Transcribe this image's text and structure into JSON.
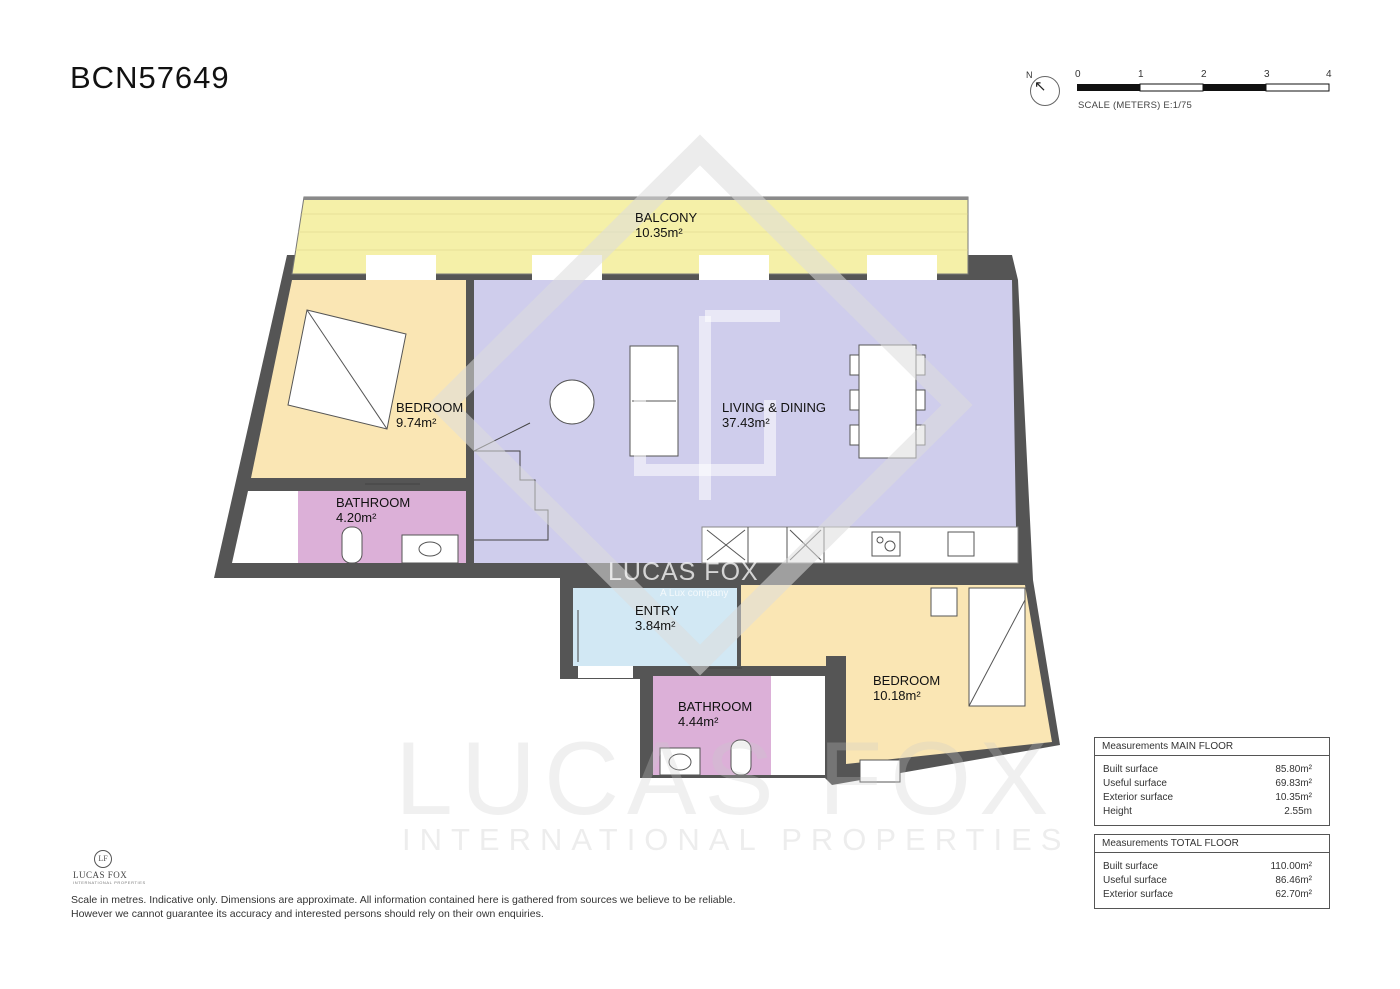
{
  "plan": {
    "reference": "BCN57649",
    "north_label": "N",
    "north_arrow_glyph": "↖",
    "scale": {
      "ticks": [
        "0",
        "1",
        "2",
        "3",
        "4"
      ],
      "caption": "SCALE (METERS) E:1/75"
    },
    "rooms": [
      {
        "name": "BALCONY",
        "area": "10.35m²"
      },
      {
        "name": "BEDROOM",
        "area": "9.74m²"
      },
      {
        "name": "LIVING & DINING",
        "area": "37.43m²"
      },
      {
        "name": "BATHROOM",
        "area": "4.20m²"
      },
      {
        "name": "ENTRY",
        "area": "3.84m²"
      },
      {
        "name": "BEDROOM",
        "area": "10.18m²"
      },
      {
        "name": "BATHROOM",
        "area": "4.44m²"
      }
    ],
    "colors": {
      "wall": "#555555",
      "balcony": "#f5f0a8",
      "bedroom": "#fae6b4",
      "living": "#cfcdec",
      "bathroom": "#dcb0d8",
      "entry": "#d2e8f4"
    }
  },
  "measurements_main": {
    "title": "Measurements MAIN FLOOR",
    "rows": [
      {
        "label": "Built surface",
        "value": "85.80m²"
      },
      {
        "label": "Useful surface",
        "value": "69.83m²"
      },
      {
        "label": "Exterior surface",
        "value": "10.35m²"
      },
      {
        "label": "Height",
        "value": "2.55m"
      }
    ]
  },
  "measurements_total": {
    "title": "Measurements TOTAL FLOOR",
    "rows": [
      {
        "label": "Built surface",
        "value": "110.00m²"
      },
      {
        "label": "Useful surface",
        "value": "86.46m²"
      },
      {
        "label": "Exterior surface",
        "value": "62.70m²"
      }
    ]
  },
  "branding": {
    "logo_mark": "LF",
    "logo_name": "LUCAS FOX",
    "logo_subline": "INTERNATIONAL PROPERTIES",
    "watermark_main": "LUCAS FOX",
    "watermark_sub": "INTERNATIONAL PROPERTIES",
    "watermark_center": "LUCAS FOX",
    "watermark_center_sub": "A Lux company"
  },
  "disclaimer": {
    "line1": "Scale in metres. Indicative only. Dimensions are approximate. All information contained here is gathered from sources we believe to be reliable.",
    "line2": "However we cannot guarantee its accuracy and interested persons should rely on their own enquiries."
  }
}
